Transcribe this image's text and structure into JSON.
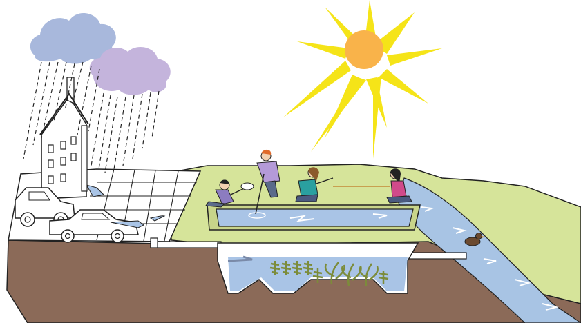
{
  "scene": {
    "elements": [
      "rain-clouds",
      "rain",
      "house",
      "downspout",
      "parked-cars",
      "paved-lot",
      "storm-drain-pipe",
      "underground-retention-chamber",
      "detention-pond",
      "lawn",
      "students-sampling-water",
      "sun",
      "stream",
      "duck",
      "soil"
    ]
  },
  "colors": {
    "sky": "#ffffff",
    "cloud_blue": "#a8b8dc",
    "cloud_purple": "#c4b4dc",
    "sun_rays": "#f5e418",
    "sun_core": "#f9b34a",
    "lawn": "#d6e49a",
    "stream": "#a8c4e4",
    "pond_water": "#a9c4e6",
    "soil": "#8b6a58",
    "pavement": "#ffffff",
    "plants": "#7c8c3a"
  },
  "icons": [
    "sun-icon",
    "cloud-icon",
    "house-icon",
    "car-icon",
    "duck-icon",
    "person-icon",
    "plant-icon"
  ]
}
